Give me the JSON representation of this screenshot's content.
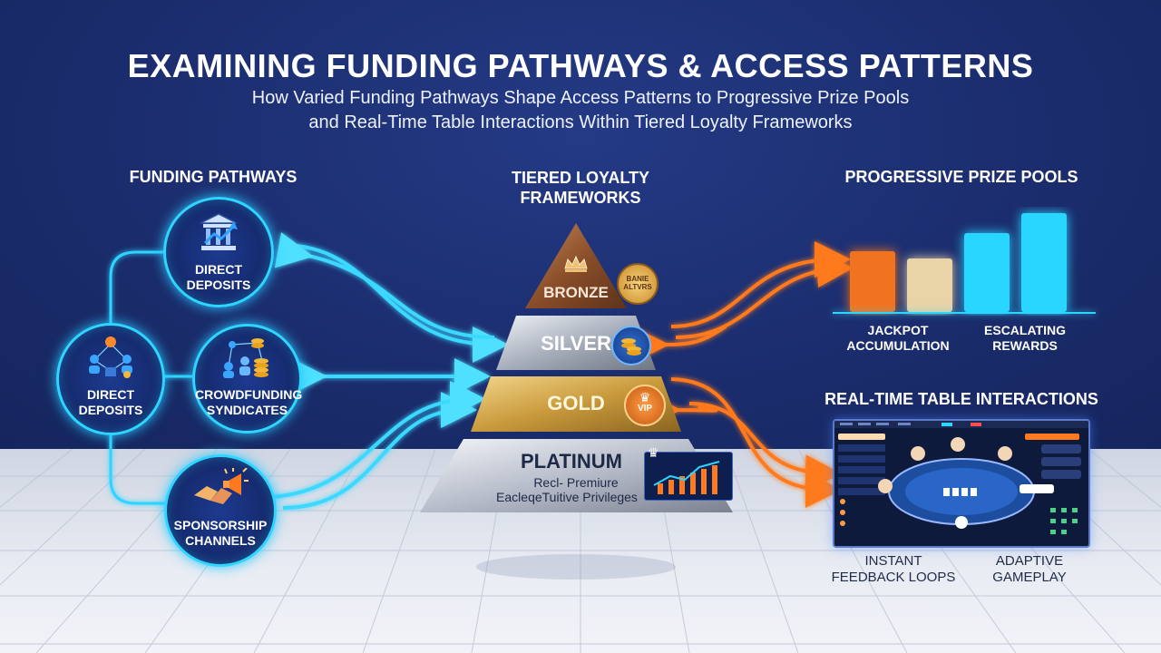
{
  "header": {
    "title": "EXAMINING FUNDING PATHWAYS & ACCESS PATTERNS",
    "subtitle_line1": "How Varied Funding Pathways Shape Access Patterns to Progressive Prize Pools",
    "subtitle_line2": "and Real-Time Table Interactions Within Tiered Loyalty Frameworks"
  },
  "funding": {
    "heading": "FUNDING PATHWAYS",
    "nodes": [
      {
        "line1": "DIRECT",
        "line2": "DEPOSITS",
        "icon": "bank-icon"
      },
      {
        "line1": "DIRECT",
        "line2": "DEPOSITS",
        "icon": "network-people-icon"
      },
      {
        "line1": "CROWDFUNDING",
        "line2": "SYNDICATES",
        "icon": "coin-network-icon"
      },
      {
        "line1": "SPONSORSHIP",
        "line2": "CHANNELS",
        "icon": "handshake-megaphone-icon"
      }
    ]
  },
  "loyalty": {
    "heading_line1": "TIERED LOYALTY",
    "heading_line2": "FRAMEWORKS",
    "tiers": {
      "bronze": "BRONZE",
      "silver": "SILVER",
      "gold": "GOLD",
      "platinum": "PLATINUM",
      "platinum_sub1": "Recl- Premiure",
      "platinum_sub2": "EacleqeTuitive Privileges"
    },
    "badges": {
      "bronze_badge_line1": "BANIE",
      "bronze_badge_line2": "ALTVRS",
      "gold_badge": "VIP"
    }
  },
  "prize": {
    "heading": "PROGRESSIVE PRIZE POOLS",
    "label1_line1": "JACKPOT",
    "label1_line2": "ACCUMULATION",
    "label2_line1": "ESCALATING",
    "label2_line2": "REWARDS",
    "bars": [
      {
        "level": 0.48,
        "color": "#f2731f"
      },
      {
        "level": 0.42,
        "color": "#e9d4a8"
      },
      {
        "level": 0.62,
        "color": "#29d6ff"
      },
      {
        "level": 0.78,
        "color": "#29d6ff"
      }
    ]
  },
  "realtime": {
    "heading": "REAL-TIME TABLE INTERACTIONS",
    "label1_line1": "INSTANT",
    "label1_line2": "FEEDBACK LOOPS",
    "label2_line1": "ADAPTIVE",
    "label2_line2": "GAMEPLAY"
  },
  "colors": {
    "cyan": "#2fd4ff",
    "orange": "#ff7a1f",
    "navy": "#1b2f72"
  }
}
